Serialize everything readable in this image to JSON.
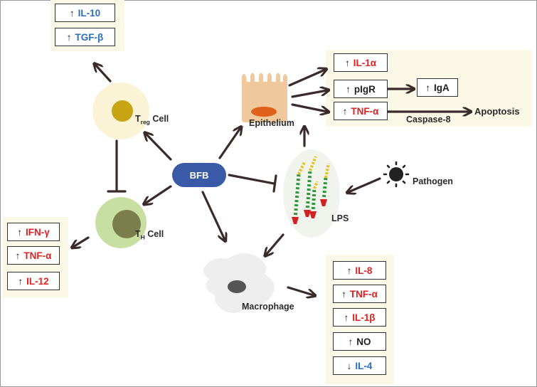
{
  "center": "BFB",
  "cells": {
    "treg": {
      "main": "T",
      "sub": "reg",
      "suffix": " Cell"
    },
    "th": {
      "main": "T",
      "sub": "H",
      "suffix": " Cell"
    },
    "epithelium": "Epithelium",
    "macrophage": "Macrophage",
    "lps": "LPS",
    "pathogen": "Pathogen"
  },
  "treg_outputs": [
    {
      "arrow": "↑",
      "text": "IL-10",
      "color": "blue"
    },
    {
      "arrow": "↑",
      "text": "TGF-β",
      "color": "blue"
    }
  ],
  "th_outputs": [
    {
      "arrow": "↑",
      "text": "IFN-γ",
      "color": "red"
    },
    {
      "arrow": "↑",
      "text": "TNF-α",
      "color": "red"
    },
    {
      "arrow": "↑",
      "text": "IL-12",
      "color": "red"
    }
  ],
  "epithelium_outputs": [
    {
      "arrow": "↑",
      "text": "IL-1α",
      "color": "red"
    },
    {
      "arrow": "↑",
      "text": "pIgR",
      "color": "black"
    },
    {
      "arrow": "↑",
      "text": "TNF-α",
      "color": "red"
    }
  ],
  "iga": {
    "arrow": "↑",
    "text": "IgA",
    "color": "black"
  },
  "caspase": "Caspase-8",
  "apoptosis": "Apoptosis",
  "macrophage_outputs": [
    {
      "arrow": "↑",
      "text": "IL-8",
      "color": "red"
    },
    {
      "arrow": "↑",
      "text": "TNF-α",
      "color": "red"
    },
    {
      "arrow": "↑",
      "text": "IL-1β",
      "color": "red"
    },
    {
      "arrow": "↑",
      "text": "NO",
      "color": "black"
    },
    {
      "arrow": "↓",
      "text": "IL-4",
      "color": "blue"
    }
  ],
  "colors": {
    "bfb": "#3a5aa8",
    "up_red": "#e02020",
    "down_blue": "#2870c0",
    "panel": "#fbf8e8"
  }
}
